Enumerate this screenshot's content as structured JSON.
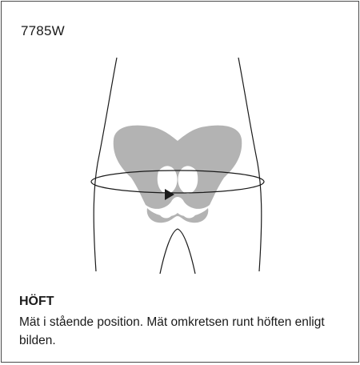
{
  "product_code": "7785W",
  "section": {
    "title": "HÖFT",
    "instruction": "Mät i stående position. Mät omkretsen runt höften enligt bilden."
  },
  "colors": {
    "outline": "#1a1a1a",
    "pelvis_fill": "#b3b3b3",
    "border": "#4a4a4a"
  }
}
